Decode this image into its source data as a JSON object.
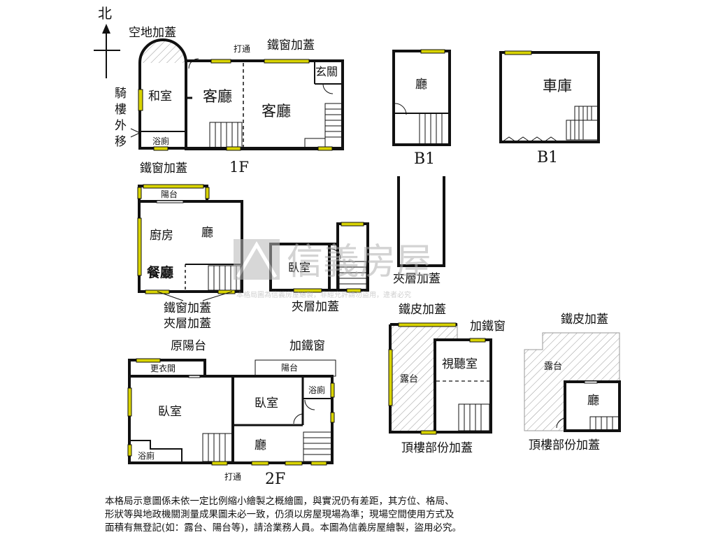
{
  "compass": {
    "north": "北"
  },
  "floor_1f": {
    "label": "1F",
    "empty_lot_cover": "空地加蓋",
    "open_through": "打通",
    "iron_window_cover_top": "鐵窗加蓋",
    "entrance": "玄關",
    "japanese_room": "和室",
    "living_room_small": "客廳",
    "living_room_large": "客廳",
    "arcade_moved_out": [
      "騎",
      "樓",
      "外",
      "移"
    ],
    "bathroom": "浴廁",
    "iron_window_cover_bottom": "鐵窗加蓋"
  },
  "floor_b1_hall": {
    "label": "B1",
    "room": "廳"
  },
  "floor_b1_garage": {
    "label": "B1",
    "room": "車庫"
  },
  "mezzanine_left": {
    "balcony": "陽台",
    "kitchen": "廚房",
    "hall": "廳",
    "dining": "餐廳",
    "caption_line1": "鐵窗加蓋",
    "caption_line2": "夾層加蓋"
  },
  "mezzanine_right": {
    "bedroom": "臥室",
    "caption": "夾層加蓋"
  },
  "mezzanine_shaft": {
    "caption": "夾層加蓋"
  },
  "floor_2f": {
    "label": "2F",
    "original_balcony": "原陽台",
    "add_iron_window": "加鐵窗",
    "dressing_room": "更衣間",
    "balcony": "陽台",
    "bedroom_large": "臥室",
    "bedroom_mid": "臥室",
    "bathroom_right": "浴廁",
    "bathroom_left": "浴廁",
    "hall": "廳",
    "open_through": "打通"
  },
  "roof_left": {
    "iron_sheet_cover": "鐵皮加蓋",
    "add_iron_window": "加鐵窗",
    "terrace": "露台",
    "av_room": "視聽室",
    "caption": "頂樓部份加蓋"
  },
  "roof_right": {
    "iron_sheet_cover": "鐵皮加蓋",
    "terrace": "露台",
    "hall": "廳",
    "caption": "頂樓部份加蓋"
  },
  "watermark": {
    "brand": "信義房屋",
    "small_text": "本格局圖為信義房屋繪製，非經允許請勿盜用，違者必究"
  },
  "disclaimer": [
    "本格局示意圖係未依一定比例縮小繪製之概繪圖，與實況仍有差距，其方位、格局、",
    "形狀等與地政機關測量成果圖未必一致，仍須以房屋現場為準；現場空間使用方式及",
    "面積有無登記(如：露台、陽台等)，請洽業務人員。本圖為信義房屋繪製，盜用必究。"
  ],
  "colors": {
    "wall": "#111111",
    "window": "#d9d400",
    "watermark": "#b8b8b8",
    "hatch": "#888888"
  }
}
